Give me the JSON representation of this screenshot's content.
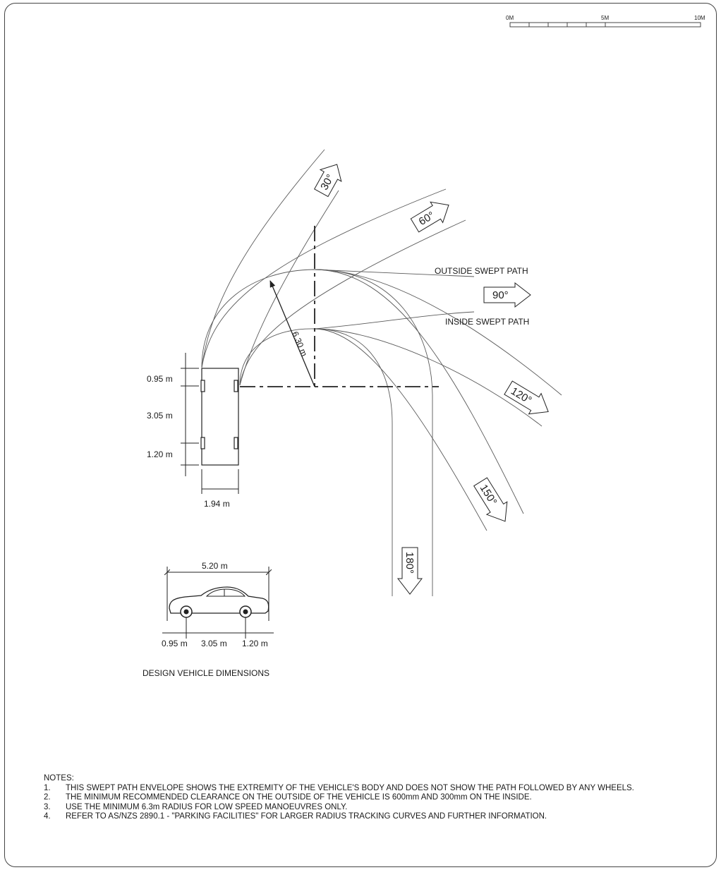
{
  "scale_bar": {
    "labels": [
      "0M",
      "5M",
      "10M"
    ]
  },
  "angles": [
    "30°",
    "60°",
    "90°",
    "120°",
    "150°",
    "180°"
  ],
  "labels": {
    "outside": "OUTSIDE SWEPT PATH",
    "inside": "INSIDE SWEPT PATH",
    "radius": "6.30 m"
  },
  "plan_dims": {
    "front_overhang": "0.95 m",
    "wheelbase": "3.05 m",
    "rear_overhang": "1.20 m",
    "width": "1.94 m"
  },
  "side_view": {
    "length": "5.20 m",
    "front_overhang": "0.95 m",
    "wheelbase": "3.05 m",
    "rear_overhang": "1.20 m",
    "caption": "DESIGN VEHICLE DIMENSIONS"
  },
  "notes": {
    "title": "NOTES:",
    "items": [
      {
        "num": "1.",
        "text": "THIS SWEPT PATH ENVELOPE SHOWS THE EXTREMITY OF THE VEHICLE'S BODY AND DOES NOT SHOW THE PATH FOLLOWED BY ANY WHEELS."
      },
      {
        "num": "2.",
        "text": "THE MINIMUM RECOMMENDED CLEARANCE ON THE OUTSIDE OF THE VEHICLE IS 600mm AND 300mm ON THE INSIDE."
      },
      {
        "num": "3.",
        "text": "USE THE MINIMUM 6.3m RADIUS FOR LOW SPEED MANOEUVRES ONLY."
      },
      {
        "num": "4.",
        "text": "REFER TO AS/NZS 2890.1 - \"PARKING FACILITIES\" FOR LARGER RADIUS TRACKING CURVES AND FURTHER INFORMATION."
      }
    ]
  }
}
